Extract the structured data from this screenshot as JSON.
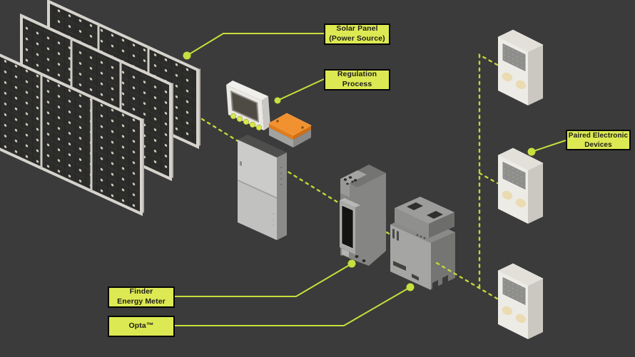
{
  "diagram": {
    "labels": {
      "solar_panel": {
        "line1": "Solar Panel",
        "line2": "(Power Source)"
      },
      "regulation": {
        "line1": "Regulation",
        "line2": "Process"
      },
      "paired": {
        "line1": "Paired Electronic",
        "line2": "Devices"
      },
      "finder": {
        "line1": "Finder",
        "line2": "Energy Meter"
      },
      "opta": {
        "line1": "Opta™"
      }
    },
    "colors": {
      "background": "#3b3b3b",
      "label_bg": "#dde952",
      "label_border": "#060606",
      "label_text": "#1d1d1b",
      "connector_line": "#c8de3b",
      "dashed_line": "#c4d536",
      "regulator_orange": "#f19130",
      "panel_cell_dark": "#2c2c2a",
      "panel_frame": "#d6d3cd",
      "device_body_gray": "#8c8c8a",
      "paired_device_cream": "#edebe6"
    }
  }
}
